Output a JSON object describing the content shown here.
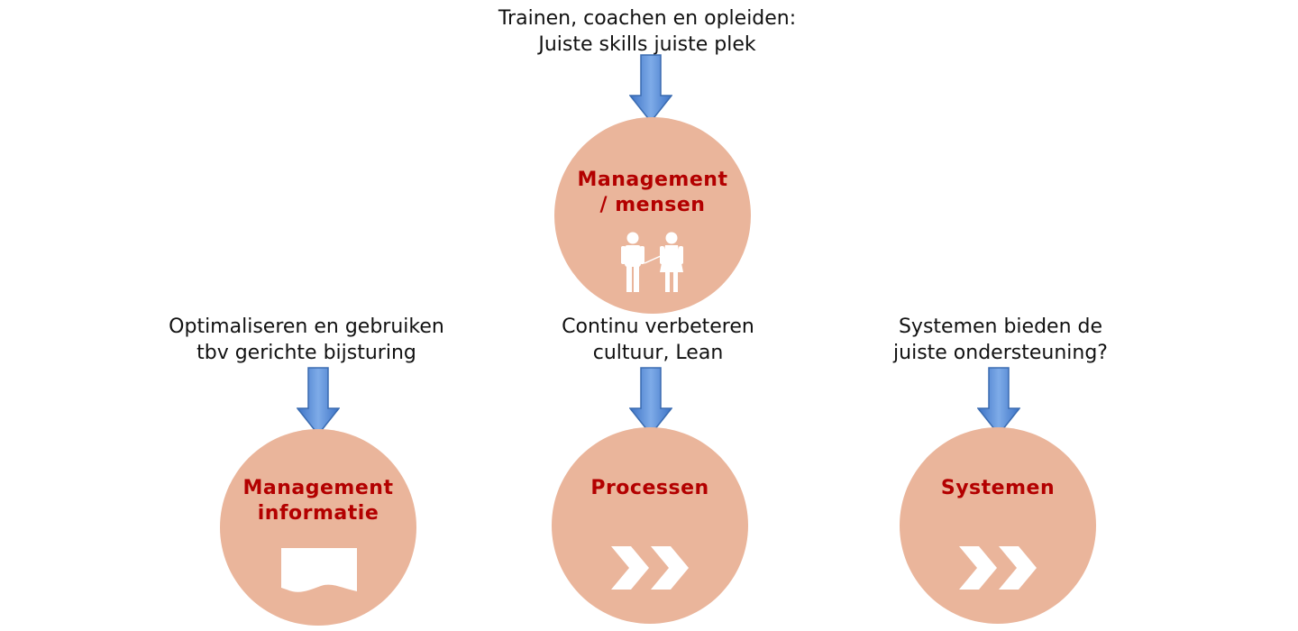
{
  "colors": {
    "circle": "#eab59b",
    "title": "#b30000",
    "arrow_fill": "#5b8ed6",
    "arrow_stroke": "#3a6bb0",
    "icon": "#ffffff"
  },
  "top": {
    "caption": [
      "Trainen, coachen en opleiden:",
      "Juiste skills juiste plek"
    ],
    "title": [
      "Management",
      "/ mensen"
    ],
    "icon": "people-icon"
  },
  "left": {
    "caption": [
      "Optimaliseren en gebruiken",
      "tbv gerichte bijsturing"
    ],
    "title": [
      "Management",
      "informatie"
    ],
    "icon": "document-icon"
  },
  "middle": {
    "caption": [
      "Continu verbeteren",
      "cultuur, Lean"
    ],
    "title": [
      "Processen"
    ],
    "icon": "chevrons-icon"
  },
  "right": {
    "caption": [
      "Systemen bieden de",
      "juiste ondersteuning?"
    ],
    "title": [
      "Systemen"
    ],
    "icon": "chevrons-icon"
  }
}
